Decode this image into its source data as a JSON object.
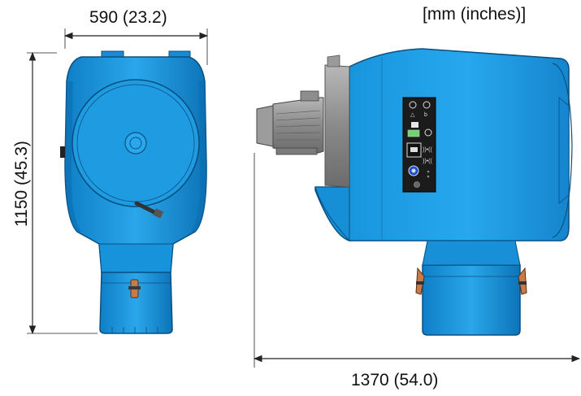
{
  "units_note": "[mm (inches)]",
  "dimensions": {
    "width": "590 (23.2)",
    "height": "1150 (45.3)",
    "length": "1370 (54.0)"
  },
  "colors": {
    "body_blue": "#1e9be0",
    "body_dark": "#0a5e9a",
    "motor_grey": "#8c8c8c",
    "panel_black": "#1b1b1b",
    "dimension_line": "#222222"
  }
}
